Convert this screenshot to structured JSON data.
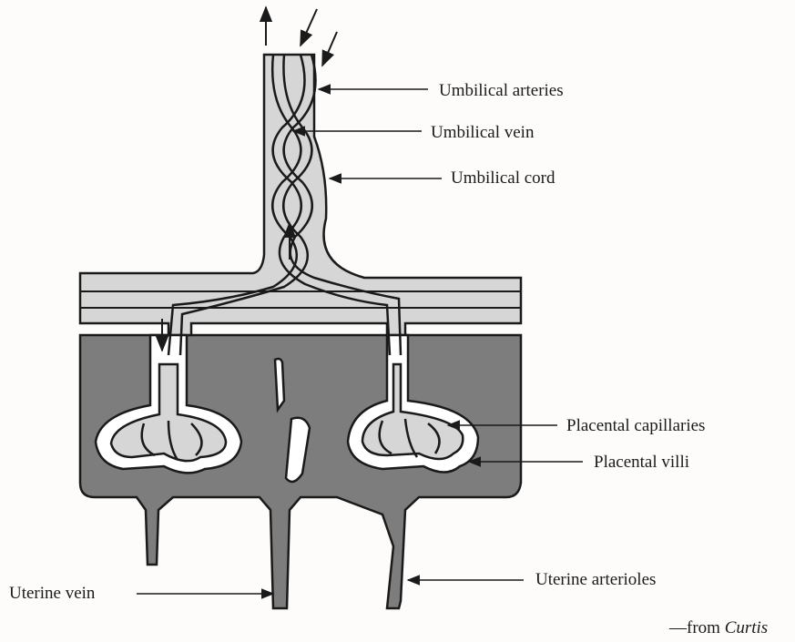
{
  "labels": {
    "umbilical_arteries": "Umbilical arteries",
    "umbilical_vein": "Umbilical vein",
    "umbilical_cord": "Umbilical cord",
    "placental_capillaries": "Placental capillaries",
    "placental_villi": "Placental villi",
    "uterine_vein": "Uterine vein",
    "uterine_arterioles": "Uterine arterioles"
  },
  "credit": {
    "prefix": "—from ",
    "source": "Curtis"
  },
  "colors": {
    "tissue_dark": "#7d7d7d",
    "tissue_light": "#d6d6d6",
    "vessel_fill": "#ffffff",
    "outline": "#1a1a1a"
  }
}
